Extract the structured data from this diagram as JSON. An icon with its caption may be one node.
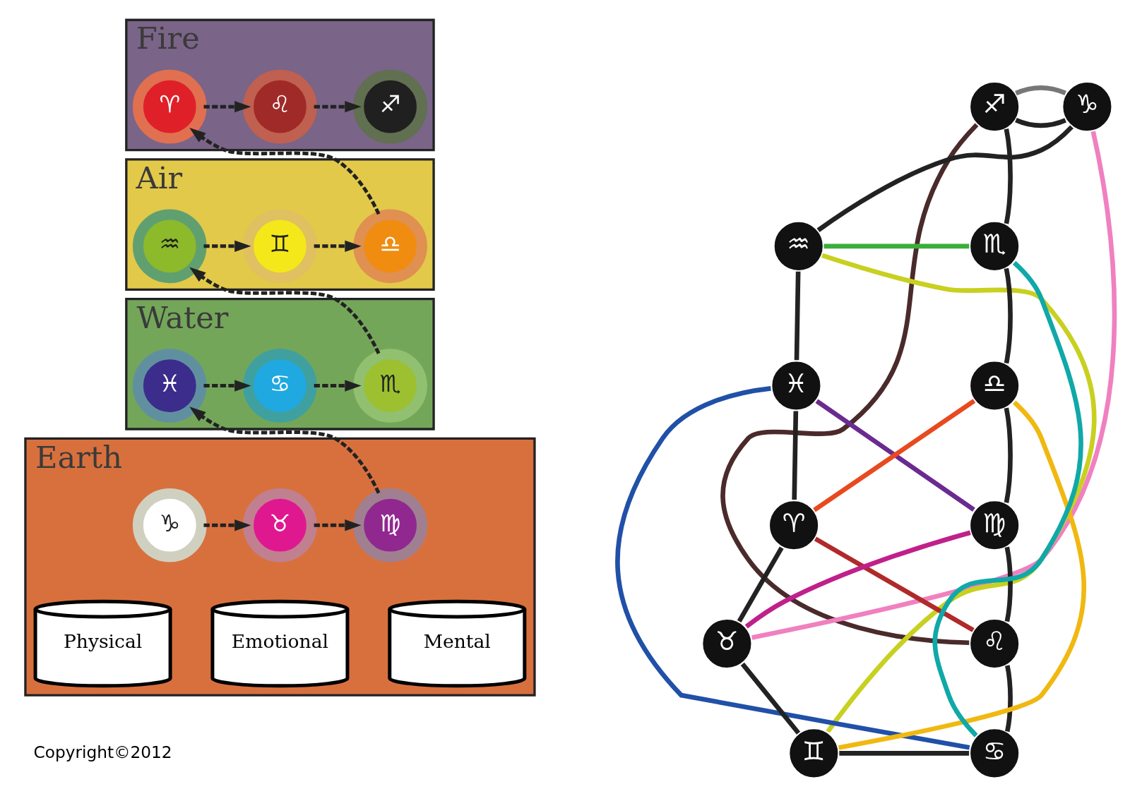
{
  "diagram": {
    "nodes": [
      {
        "text": [
          "Fire"
        ]
      },
      {
        "text": [
          "♈"
        ],
        "in": 0
      },
      {
        "text": [
          "♌"
        ],
        "in": 0
      },
      {
        "text": [
          "♐"
        ],
        "in": 0
      },
      {
        "text": [
          "Air"
        ]
      },
      {
        "text": [
          "♒"
        ],
        "in": 4
      },
      {
        "text": [
          "♊"
        ],
        "in": 4
      },
      {
        "text": [
          "♎"
        ],
        "in": 4
      },
      {
        "text": [
          "Water"
        ]
      },
      {
        "text": [
          "♓"
        ],
        "in": 8
      },
      {
        "text": [
          "♋"
        ],
        "in": 8
      },
      {
        "text": [
          "♏"
        ],
        "in": 8
      },
      {
        "text": [
          "Earth"
        ]
      },
      {
        "text": [
          "♑"
        ],
        "in": 12
      },
      {
        "text": [
          "♉"
        ],
        "in": 12
      },
      {
        "text": [
          "♍"
        ],
        "in": 12
      },
      {
        "text": [
          "Physical"
        ],
        "in": 12
      },
      {
        "text": [
          "Emotional"
        ],
        "in": 12
      },
      {
        "text": [
          "Mental"
        ],
        "in": 12
      },
      {
        "text": [
          "♐"
        ]
      },
      {
        "text": [
          "♑"
        ]
      },
      {
        "text": [
          "♒"
        ]
      },
      {
        "text": [
          "♓"
        ]
      },
      {
        "text": [
          "♈"
        ]
      },
      {
        "text": [
          "♉"
        ]
      },
      {
        "text": [
          "♊"
        ]
      },
      {
        "text": [
          "♋"
        ]
      },
      {
        "text": [
          "♌"
        ]
      },
      {
        "text": [
          "♍"
        ]
      },
      {
        "text": [
          "♎"
        ]
      },
      {
        "text": [
          "♏"
        ]
      }
    ],
    "edges": [
      {
        "from": 1,
        "to": 2,
        "arrow": "to",
        "style": "dashed"
      },
      {
        "from": 2,
        "to": 3,
        "arrow": "to",
        "style": "dashed"
      },
      {
        "from": 5,
        "to": 6,
        "arrow": "to",
        "style": "dashed"
      },
      {
        "from": 6,
        "to": 7,
        "arrow": "to",
        "style": "dashed"
      },
      {
        "from": 9,
        "to": 10,
        "arrow": "to",
        "style": "dashed"
      },
      {
        "from": 10,
        "to": 11,
        "arrow": "to",
        "style": "dashed"
      },
      {
        "from": 13,
        "to": 14,
        "arrow": "to",
        "style": "dashed"
      },
      {
        "from": 14,
        "to": 15,
        "arrow": "to",
        "style": "dashed"
      },
      {
        "from": 15,
        "to": 9,
        "arrow": "to",
        "style": "dashed"
      },
      {
        "from": 11,
        "to": 5,
        "arrow": "to",
        "style": "dashed"
      },
      {
        "from": 7,
        "to": 1,
        "arrow": "to",
        "style": "dashed"
      },
      {
        "from": 19,
        "to": 20,
        "arrow": "none"
      },
      {
        "from": 20,
        "to": 21,
        "arrow": "none"
      },
      {
        "from": 21,
        "to": 22,
        "arrow": "none"
      },
      {
        "from": 22,
        "to": 23,
        "arrow": "none"
      },
      {
        "from": 23,
        "to": 24,
        "arrow": "none"
      },
      {
        "from": 24,
        "to": 25,
        "arrow": "none"
      },
      {
        "from": 25,
        "to": 26,
        "arrow": "none"
      },
      {
        "from": 26,
        "to": 27,
        "arrow": "none"
      },
      {
        "from": 27,
        "to": 28,
        "arrow": "none"
      },
      {
        "from": 28,
        "to": 29,
        "arrow": "none"
      },
      {
        "from": 29,
        "to": 30,
        "arrow": "none"
      },
      {
        "from": 30,
        "to": 19,
        "arrow": "none"
      },
      {
        "from": 19,
        "to": 20,
        "arrow": "none",
        "color": "#777777"
      },
      {
        "from": 30,
        "to": 21,
        "arrow": "none",
        "color": "#3aae3a"
      },
      {
        "from": 20,
        "to": 24,
        "arrow": "none",
        "color": "#f080c0"
      },
      {
        "from": 19,
        "to": 27,
        "arrow": "none",
        "color": "#4a2a2a"
      },
      {
        "from": 30,
        "to": 26,
        "arrow": "none",
        "color": "#10a8a8"
      },
      {
        "from": 21,
        "to": 25,
        "arrow": "none",
        "color": "#c8d020"
      },
      {
        "from": 29,
        "to": 23,
        "arrow": "none",
        "color": "#e84a20"
      },
      {
        "from": 29,
        "to": 25,
        "arrow": "none",
        "color": "#f0b810"
      },
      {
        "from": 22,
        "to": 28,
        "arrow": "none",
        "color": "#6a2a90"
      },
      {
        "from": 22,
        "to": 26,
        "arrow": "none",
        "color": "#2050a8"
      },
      {
        "from": 28,
        "to": 24,
        "arrow": "none",
        "color": "#c0208a"
      },
      {
        "from": 27,
        "to": 23,
        "arrow": "none",
        "color": "#b02a2a"
      }
    ],
    "labels": [
      "Copyright©2012"
    ]
  }
}
